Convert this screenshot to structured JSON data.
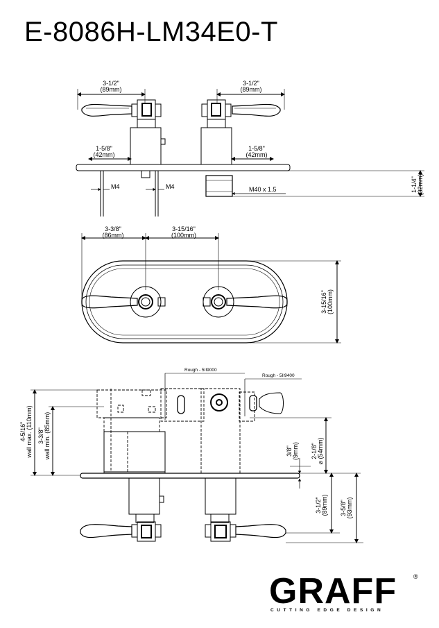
{
  "title": "E-8086H-LM34E0-T",
  "top_view": {
    "dim_left_width": "3-1/2\"",
    "dim_left_width_mm": "(89mm)",
    "dim_right_width": "3-1/2\"",
    "dim_right_width_mm": "(89mm)",
    "dim_left_offset": "1-5/8\"",
    "dim_left_offset_mm": "(42mm)",
    "dim_right_offset": "1-5/8\"",
    "dim_right_offset_mm": "(42mm)",
    "thread_left": "M4",
    "thread_right": "M4",
    "thread_main": "M40 x 1.5",
    "height_in": "1-1/4\"",
    "height_mm": "(32mm)"
  },
  "front_view": {
    "dim_left": "3-3/8\"",
    "dim_left_mm": "(86mm)",
    "dim_center": "3-15/16\"",
    "dim_center_mm": "(100mm)",
    "dim_height": "3-15/16\"",
    "dim_height_mm": "(100mm)"
  },
  "section_view": {
    "rough_left": "Rough - 5II9000",
    "rough_right": "Rough - 5II9400",
    "wall_max": "4-5/16\"",
    "wall_max_label": "wall max. (110mm)",
    "wall_min": "3-3/8\"",
    "wall_min_label": "wall min. (85mm)",
    "depth_small": "3/8\"",
    "depth_small_mm": "(9mm)",
    "diameter": "2-1/8\"",
    "diameter_mm": "⌀ (54mm)",
    "proj_1": "3-1/2\"",
    "proj_1_mm": "(89mm)",
    "proj_2": "3-5/8\"",
    "proj_2_mm": "(93mm)"
  },
  "logo": {
    "word": "GRAFF",
    "registered": "®",
    "tagline": "CUTTING EDGE DESIGN"
  }
}
